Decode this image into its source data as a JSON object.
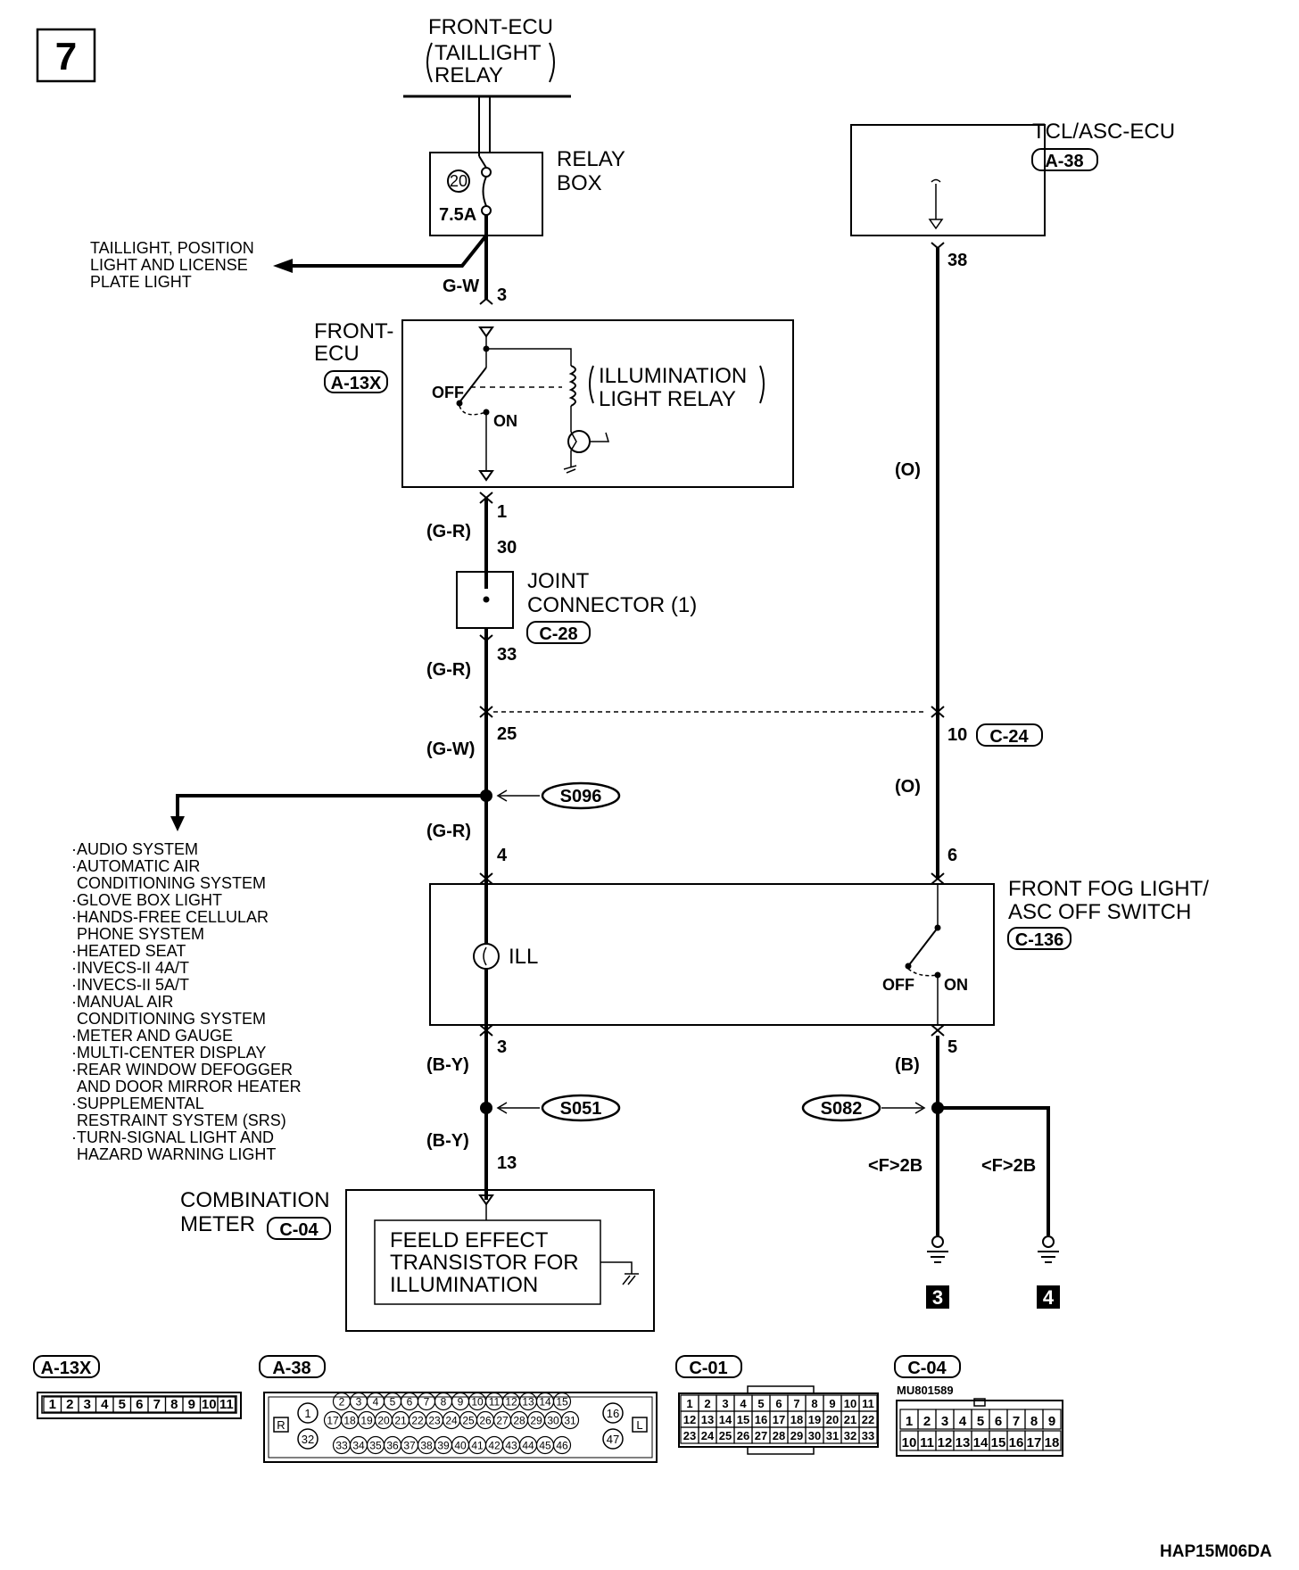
{
  "page_number": "7",
  "doc_code": "HAP15M06DA",
  "top_component": {
    "line1": "FRONT-ECU",
    "line2": "TAILLIGHT",
    "line3": "RELAY"
  },
  "relay_box": {
    "line1": "RELAY",
    "line2": "BOX",
    "fuse_no": "20",
    "fuse_rating": "7.5A"
  },
  "taillight_branch": {
    "line1": "TAILLIGHT, POSITION",
    "line2": "LIGHT AND LICENSE",
    "line3": "PLATE LIGHT"
  },
  "tcl_ecu": {
    "name": "TCL/ASC-ECU",
    "connector": "A-38",
    "pin": "38"
  },
  "front_ecu": {
    "line1": "FRONT-",
    "line2": "ECU",
    "connector": "A-13X",
    "off": "OFF",
    "on": "ON",
    "relay_line1": "ILLUMINATION",
    "relay_line2": "LIGHT RELAY"
  },
  "wires": {
    "gw1": "G-W",
    "pin3": "3",
    "pin1": "1",
    "gr1": "(G-R)",
    "pin30": "30",
    "pin33": "33",
    "gr2": "(G-R)",
    "pin25": "25",
    "gw2": "(G-W)",
    "gr3": "(G-R)",
    "pin4": "4",
    "pin3b": "3",
    "by1": "(B-Y)",
    "by2": "(B-Y)",
    "pin13": "13",
    "o1": "(O)",
    "pin10": "10",
    "c24": "C-24",
    "o2": "(O)",
    "pin6": "6",
    "pin5": "5",
    "b": "(B)",
    "f1": "<F>2B",
    "f2": "<F>2B"
  },
  "joint_connector": {
    "line1": "JOINT",
    "line2": "CONNECTOR (1)",
    "connector": "C-28"
  },
  "splices": {
    "s1": "S096",
    "s2": "S051",
    "s3": "S082"
  },
  "systems": [
    "·AUDIO SYSTEM",
    "·AUTOMATIC AIR",
    "CONDITIONING SYSTEM",
    "·GLOVE BOX LIGHT",
    "·HANDS-FREE CELLULAR",
    "PHONE SYSTEM",
    "·HEATED SEAT",
    "·INVECS-II 4A/T",
    "·INVECS-II 5A/T",
    "·MANUAL AIR",
    "CONDITIONING SYSTEM",
    "·METER AND GAUGE",
    "·MULTI-CENTER DISPLAY",
    "·REAR WINDOW DEFOGGER",
    "AND DOOR MIRROR HEATER",
    "·SUPPLEMENTAL",
    "RESTRAINT SYSTEM (SRS)",
    "·TURN-SIGNAL LIGHT AND",
    "HAZARD WARNING LIGHT"
  ],
  "fog_switch": {
    "line1": "FRONT FOG LIGHT/",
    "line2": "ASC OFF SWITCH",
    "connector": "C-136",
    "ill": "ILL",
    "off": "OFF",
    "on": "ON"
  },
  "combination_meter": {
    "line1": "COMBINATION",
    "line2": "METER",
    "connector": "C-04",
    "inner1": "FEELD EFFECT",
    "inner2": "TRANSISTOR FOR",
    "inner3": "ILLUMINATION"
  },
  "grounds": {
    "g1": "3",
    "g2": "4"
  },
  "connectors": {
    "a13x": {
      "label": "A-13X",
      "pins": [
        "1",
        "2",
        "3",
        "4",
        "5",
        "6",
        "7",
        "8",
        "9",
        "10",
        "11"
      ]
    },
    "a38": {
      "label": "A-38",
      "r": "R",
      "l": "L",
      "p1": "1",
      "p32": "32",
      "p16": "16",
      "p47": "47",
      "row1": [
        "2",
        "3",
        "4",
        "5",
        "6",
        "7",
        "8",
        "9",
        "10",
        "11",
        "12",
        "13",
        "14",
        "15"
      ],
      "row2": [
        "17",
        "18",
        "19",
        "20",
        "21",
        "22",
        "23",
        "24",
        "25",
        "26",
        "27",
        "28",
        "29",
        "30",
        "31"
      ],
      "row3": [
        "33",
        "34",
        "35",
        "36",
        "37",
        "38",
        "39",
        "40",
        "41",
        "42",
        "43",
        "44",
        "45",
        "46"
      ]
    },
    "c01": {
      "label": "C-01",
      "row1": [
        "1",
        "2",
        "3",
        "4",
        "5",
        "6",
        "7",
        "8",
        "9",
        "10",
        "11"
      ],
      "row2": [
        "12",
        "13",
        "14",
        "15",
        "16",
        "17",
        "18",
        "19",
        "20",
        "21",
        "22"
      ],
      "row3": [
        "23",
        "24",
        "25",
        "26",
        "27",
        "28",
        "29",
        "30",
        "31",
        "32",
        "33"
      ]
    },
    "c04": {
      "label": "C-04",
      "part_no": "MU801589",
      "row1": [
        "1",
        "2",
        "3",
        "4",
        "5",
        "6",
        "7",
        "8",
        "9"
      ],
      "row2": [
        "10",
        "11",
        "12",
        "13",
        "14",
        "15",
        "16",
        "17",
        "18"
      ]
    }
  }
}
